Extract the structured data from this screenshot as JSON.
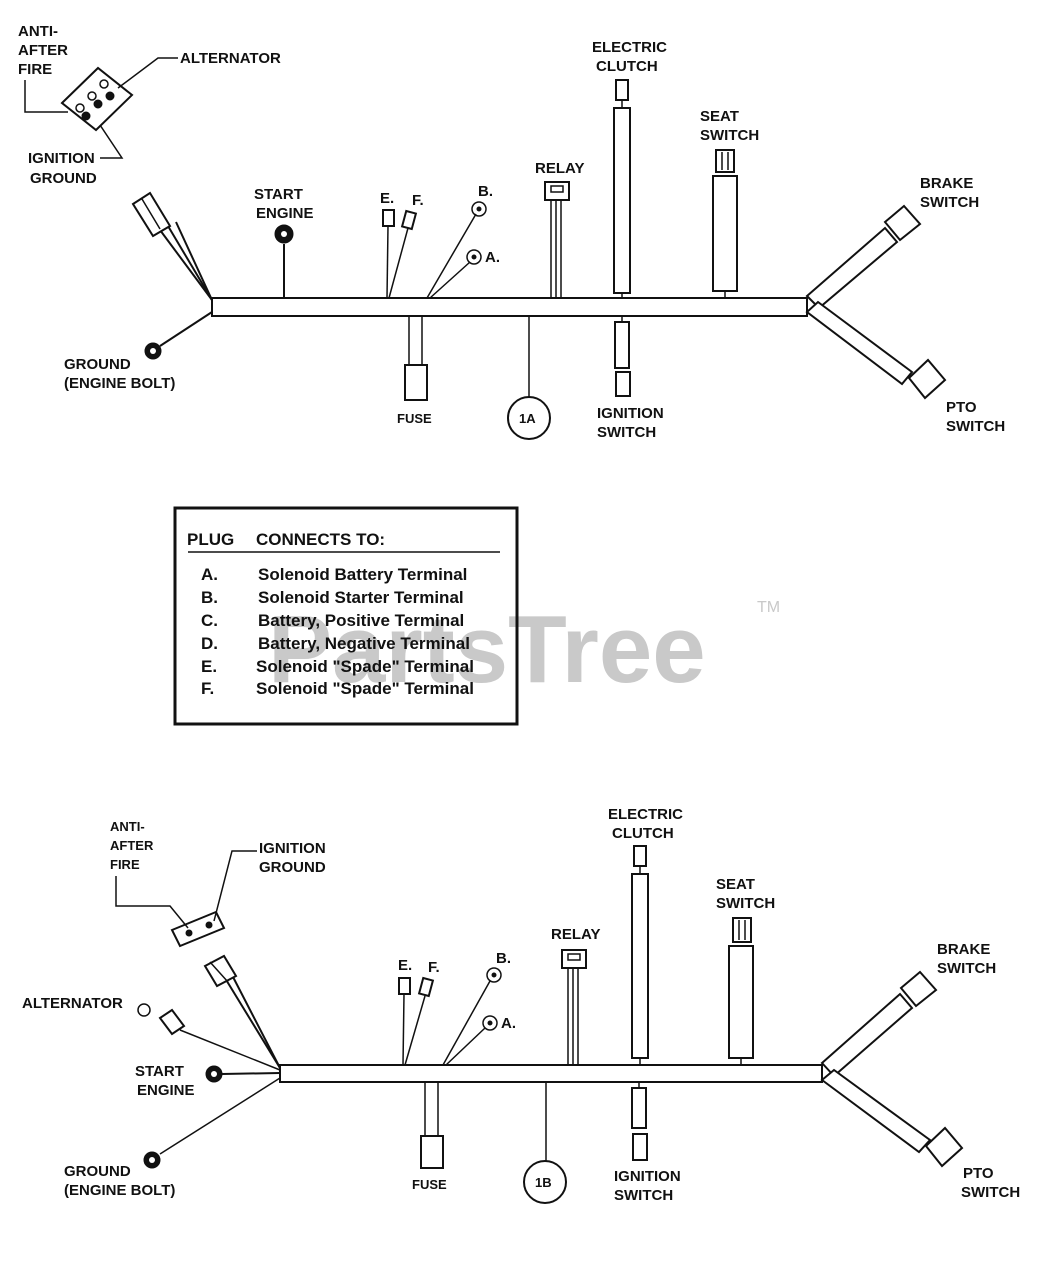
{
  "watermark": {
    "text": "PartsTree",
    "tm": "TM"
  },
  "diagram_1a": {
    "id": "1A",
    "labels": {
      "anti_after_fire": [
        "ANTI-",
        "AFTER",
        "FIRE"
      ],
      "alternator": "ALTERNATOR",
      "ignition_ground": [
        "IGNITION",
        "GROUND"
      ],
      "start_engine": [
        "START",
        "ENGINE"
      ],
      "e": "E.",
      "f": "F.",
      "b": "B.",
      "a": "A.",
      "relay": "RELAY",
      "electric_clutch": [
        "ELECTRIC",
        "CLUTCH"
      ],
      "seat_switch": [
        "SEAT",
        "SWITCH"
      ],
      "brake_switch": [
        "BRAKE",
        "SWITCH"
      ],
      "ground": [
        "GROUND",
        "(ENGINE BOLT)"
      ],
      "fuse": "FUSE",
      "ignition_switch": [
        "IGNITION",
        "SWITCH"
      ],
      "pto_switch": [
        "PTO",
        "SWITCH"
      ]
    }
  },
  "plug_table": {
    "header_plug": "PLUG",
    "header_connects": "CONNECTS TO:",
    "rows": [
      {
        "plug": "A.",
        "connects": "Solenoid Battery Terminal"
      },
      {
        "plug": "B.",
        "connects": "Solenoid Starter Terminal"
      },
      {
        "plug": "C.",
        "connects": "Battery, Positive Terminal"
      },
      {
        "plug": "D.",
        "connects": "Battery, Negative Terminal"
      },
      {
        "plug": "E.",
        "connects": "Solenoid \"Spade\" Terminal"
      },
      {
        "plug": "F.",
        "connects": "Solenoid \"Spade\" Terminal"
      }
    ]
  },
  "diagram_1b": {
    "id": "1B",
    "labels": {
      "anti_after_fire": [
        "ANTI-",
        "AFTER",
        "FIRE"
      ],
      "ignition_ground": [
        "IGNITION",
        "GROUND"
      ],
      "alternator": "ALTERNATOR",
      "start_engine": [
        "START",
        "ENGINE"
      ],
      "ground": [
        "GROUND",
        "(ENGINE BOLT)"
      ],
      "e": "E.",
      "f": "F.",
      "b": "B.",
      "a": "A.",
      "relay": "RELAY",
      "electric_clutch": [
        "ELECTRIC",
        "CLUTCH"
      ],
      "seat_switch": [
        "SEAT",
        "SWITCH"
      ],
      "brake_switch": [
        "BRAKE",
        "SWITCH"
      ],
      "fuse": "FUSE",
      "ignition_switch": [
        "IGNITION",
        "SWITCH"
      ],
      "pto_switch": [
        "PTO",
        "SWITCH"
      ]
    }
  }
}
